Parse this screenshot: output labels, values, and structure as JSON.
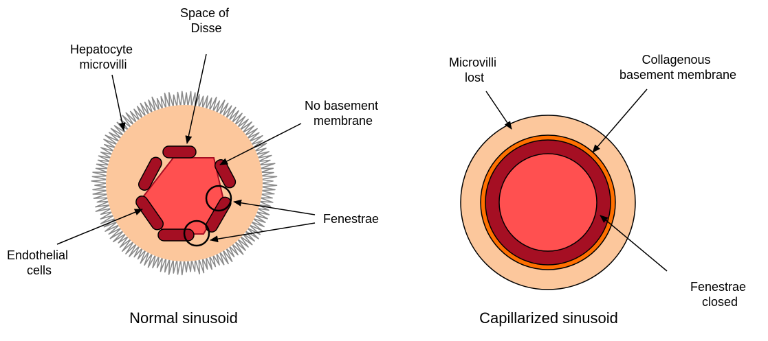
{
  "normal": {
    "caption": "Normal sinusoid",
    "labels": {
      "space_of_disse": [
        "Space of",
        "Disse"
      ],
      "hepatocyte_microvilli": [
        "Hepatocyte",
        "microvilli"
      ],
      "no_basement_membrane": [
        "No basement",
        "membrane"
      ],
      "fenestrae": "Fenestrae",
      "endothelial_cells": [
        "Endothelial",
        "cells"
      ]
    }
  },
  "capillarized": {
    "caption": "Capillarized sinusoid",
    "labels": {
      "microvilli_lost": [
        "Microvilli",
        "lost"
      ],
      "collagenous_basement_membrane": [
        "Collagenous",
        "basement membrane"
      ],
      "fenestrae_closed": [
        "Fenestrae",
        "closed"
      ]
    }
  },
  "colors": {
    "disse": "#fcc79c",
    "lumen": "#ff5050",
    "endothelium": "#a50f23",
    "basement": "#ff7000",
    "microvilli": "#8a8a8a",
    "outline": "#000000"
  }
}
